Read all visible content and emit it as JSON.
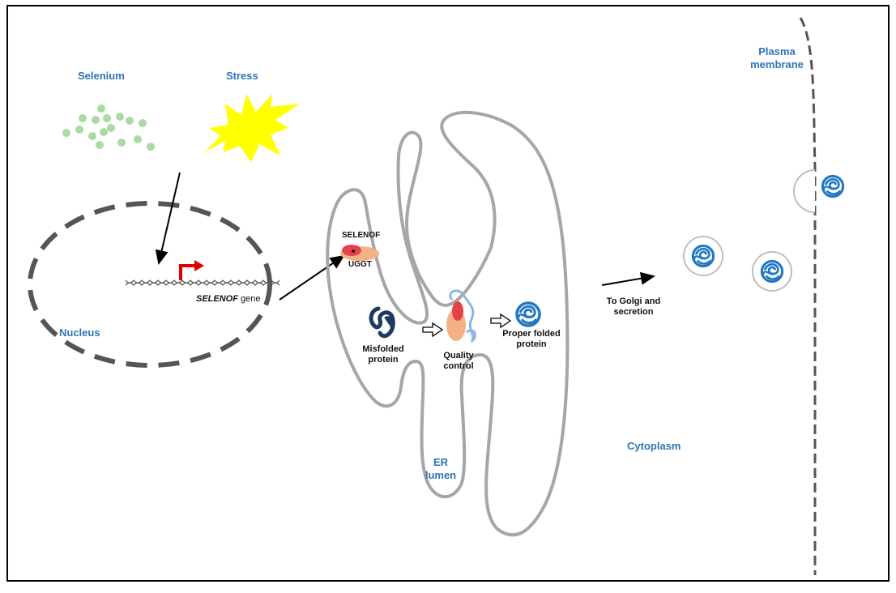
{
  "labels": {
    "selenium": "Selenium",
    "stress": "Stress",
    "plasma_membrane_line1": "Plasma",
    "plasma_membrane_line2": "membrane",
    "nucleus": "Nucleus",
    "gene_name": "SELENOF",
    "gene_suffix": " gene",
    "selenof": "SELENOF",
    "uggt": "UGGT",
    "misfolded_line1": "Misfolded",
    "misfolded_line2": "protein",
    "quality_line1": "Quality",
    "quality_line2": "control",
    "proper_line1": "Proper folded",
    "proper_line2": "protein",
    "to_golgi_line1": "To Golgi and",
    "to_golgi_line2": "secretion",
    "er_line1": "ER",
    "er_line2": "lumen",
    "cytoplasm": "Cytoplasm"
  },
  "colors": {
    "label_blue": "#2e75b6",
    "selenium_dots": "#a9dba3",
    "stress_burst": "#ffff00",
    "membrane_gray": "#555555",
    "er_outline": "#a6a6a6",
    "promoter_red": "#e00000",
    "protein_blue": "#1f78c1",
    "misfolded_navy": "#1f3864",
    "selenof_red": "#e8404a",
    "uggt_orange": "#f4b183"
  },
  "icons": [
    "selenium-dots-icon",
    "stress-burst-icon",
    "promoter-arrow-icon",
    "dna-helix-icon",
    "misfolded-protein-icon",
    "folded-protein-icon"
  ]
}
